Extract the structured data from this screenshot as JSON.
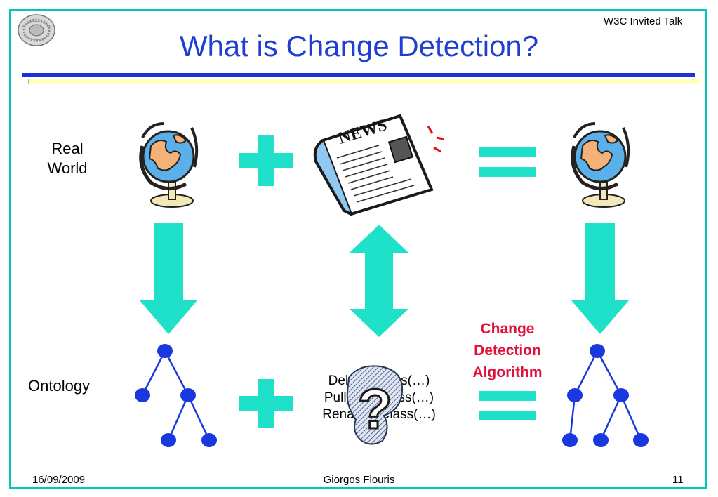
{
  "slide": {
    "header_tag": "W3C Invited Talk",
    "title": "What is Change Detection?"
  },
  "labels": {
    "real_world_line1": "Real",
    "real_world_line2": "World",
    "ontology": "Ontology"
  },
  "news": {
    "masthead": "NEWS"
  },
  "operations": [
    "Delete_Class(…)",
    "Pull_Up_Class(…)",
    "Rename_Class(…)",
    "…"
  ],
  "question_mark": "?",
  "algorithm_label": [
    "Change",
    "Detection",
    "Algorithm"
  ],
  "footer": {
    "date": "16/09/2009",
    "author": "Giorgos Flouris",
    "page": "11"
  },
  "colors": {
    "frame": "#00c8b4",
    "accent_arrows": "#1fe0c8",
    "title": "#1f3fd1",
    "nodes": "#1a38e0",
    "algorithm": "#e0103a"
  },
  "icons": [
    "globe-icon",
    "newspaper-icon",
    "question-mark-icon",
    "plus-icon",
    "equals-icon",
    "tree-icon",
    "logo-icon"
  ]
}
